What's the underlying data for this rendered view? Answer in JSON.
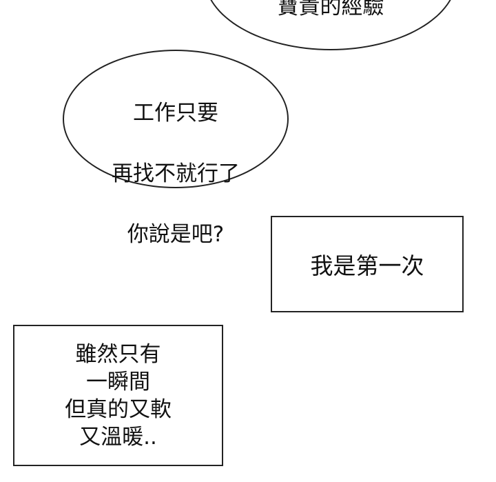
{
  "bubbles": [
    {
      "text": "寶貴的經驗"
    },
    {
      "lines": [
        "工作只要",
        "再找不就行了",
        "你說是吧?"
      ]
    }
  ],
  "captions": [
    {
      "lines": [
        "我是第一次"
      ]
    },
    {
      "lines": [
        "雖然只有",
        "一瞬間",
        "但真的又軟",
        "又溫暖.."
      ]
    }
  ]
}
